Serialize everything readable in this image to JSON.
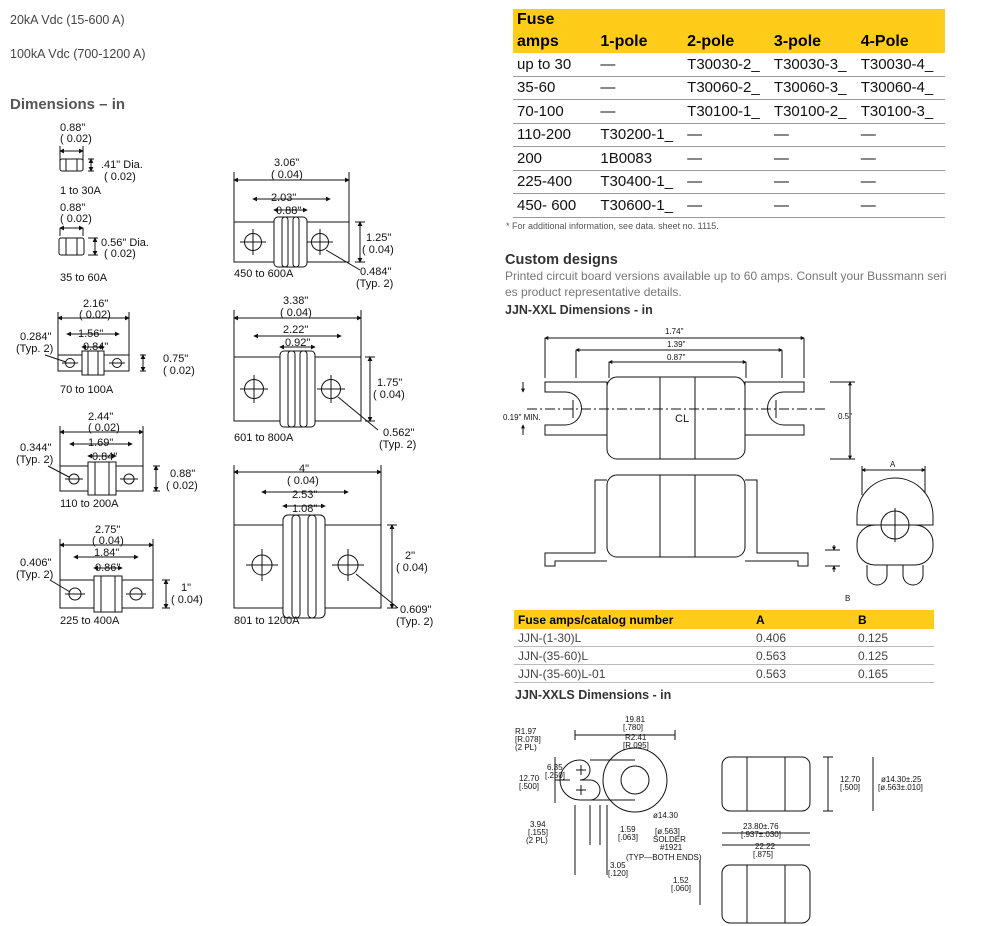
{
  "ratings": [
    "20kA Vdc (15-600 A)",
    "100kA Vdc (700-1200 A)"
  ],
  "dimensions_title": "Dimensions – in",
  "small_fuses": {
    "f1": {
      "len": "0.88\"",
      "len_tol": "( 0.02)",
      "dia": ".41\" Dia.",
      "dia_tol": "( 0.02)",
      "range": "1 to 30A"
    },
    "f2": {
      "len": "0.88\"",
      "len_tol": "( 0.02)",
      "dia": "0.56\" Dia.",
      "dia_tol": "( 0.02)",
      "range": "35 to 60A"
    }
  },
  "blade_fuses": {
    "b70": {
      "overall": "2.16\"",
      "overall_tol": "( 0.02)",
      "inner": "1.56\"",
      "body": "0.84\"",
      "height": "0.75\"",
      "height_tol": "( 0.02)",
      "hole": "0.284\"",
      "hole_note": "(Typ. 2)",
      "range": "70 to 100A"
    },
    "b110": {
      "overall": "2.44\"",
      "overall_tol": "( 0.02)",
      "inner": "1.69\"",
      "body": "0.84\"",
      "height": "0.88\"",
      "height_tol": "( 0.02)",
      "hole": "0.344\"",
      "hole_note": "(Typ. 2)",
      "range": "110 to 200A"
    },
    "b225": {
      "overall": "2.75\"",
      "overall_tol": "( 0.04)",
      "inner": "1.84\"",
      "body": "0.86\"",
      "height": "1\"",
      "height_tol": "( 0.04)",
      "hole": "0.406\"",
      "hole_note": "(Typ. 2)",
      "range": "225 to 400A"
    },
    "b450": {
      "overall": "3.06\"",
      "overall_tol": "( 0.04)",
      "inner": "2.03\"",
      "body": "0.88\"",
      "height": "1.25\"",
      "height_tol": "( 0.04)",
      "hole": "0.484\"",
      "hole_note": "(Typ. 2)",
      "range": "450 to 600A"
    },
    "b601": {
      "overall": "3.38\"",
      "overall_tol": "( 0.04)",
      "inner": "2.22\"",
      "body": "0.92\"",
      "height": "1.75\"",
      "height_tol": "( 0.04)",
      "hole": "0.562\"",
      "hole_note": "(Typ. 2)",
      "range": "601 to 800A"
    },
    "b801": {
      "overall": "4\"",
      "overall_tol": "( 0.04)",
      "inner": "2.53\"",
      "body": "1.08\"",
      "height": "2\"",
      "height_tol": "( 0.04)",
      "hole": "0.609\"",
      "hole_note": "(Typ. 2)",
      "range": "801 to 1200A"
    }
  },
  "fuse_table": {
    "header_top": "Fuse",
    "headers": [
      "amps",
      "1-pole",
      "2-pole",
      "3-pole",
      "4-Pole"
    ],
    "rows": [
      [
        "up to 30",
        "—",
        "T30030-2_",
        "T30030-3_",
        "T30030-4_"
      ],
      [
        "35-60",
        "—",
        "T30060-2_",
        "T30060-3_",
        "T30060-4_"
      ],
      [
        "70-100",
        "—",
        "T30100-1_",
        "T30100-2_",
        "T30100-3_"
      ],
      [
        "110-200",
        "T30200-1_",
        "—",
        "—",
        "—"
      ],
      [
        "200",
        "1B0083",
        "—",
        "—",
        "—"
      ],
      [
        "225-400",
        "T30400-1_",
        "—",
        "—",
        "—"
      ],
      [
        "450- 600",
        "T30600-1_",
        "—",
        "—",
        "—"
      ]
    ]
  },
  "table_note": "* For additional information, see data.  sheet no. 1115.",
  "custom": {
    "title": "Custom designs",
    "line1": "Printed circuit board versions available up to 60 amps. Consult your Bussmann seri",
    "line2": "es product representative details."
  },
  "xxl": {
    "title": "JJN-XXL Dimensions - in",
    "d1": "1.74\"",
    "d2": "1.39\"",
    "d3": "0.87\"",
    "min": "0.19\" MIN.",
    "cl": "CL",
    "h": "0.5\"",
    "a": "A",
    "b": "B"
  },
  "catalog_table": {
    "headers": [
      "Fuse amps/catalog number",
      "A",
      "B"
    ],
    "rows": [
      [
        "JJN-(1-30)L",
        "0.406",
        "0.125"
      ],
      [
        "JJN-(35-60)L",
        "0.563",
        "0.125"
      ],
      [
        "JJN-(35-60)L-01",
        "0.563",
        "0.165"
      ]
    ]
  },
  "xxls": {
    "title": "JJN-XXLS Dimensions - in",
    "r197": "R1.97",
    "r197b": "[R.078]",
    "r197c": "(2 PL)",
    "w1981": "19.81",
    "w1981b": "[.780]",
    "r241": "R2.41",
    "r241b": "[R.095]",
    "d635": "6.35",
    "d635b": "[.250]",
    "h1270": "12.70",
    "h1270b": "[.500]",
    "d1430": "ø14.30",
    "d394": "3.94",
    "d394b": "[.155]",
    "d394c": "(2 PL)",
    "d159": "1.59",
    "d159b": "[.063]",
    "dsol": "[ø.563]",
    "solder": "SOLDER",
    "solder2": "#1921",
    "solder3": "(TYP—BOTH  ENDS)",
    "d305": "3.05",
    "d305b": "[.120]",
    "h1270r": "12.70",
    "h1270rb": "[.500]",
    "d1430r": "ø14.30±.25",
    "d1430rb": "[ø.563±.010]",
    "l2380": "23.80±.76",
    "l2380b": "[.937±.030]",
    "l2222": "22.22",
    "l2222b": "[.875]",
    "d152": "1.52",
    "d152b": "[.060]"
  }
}
